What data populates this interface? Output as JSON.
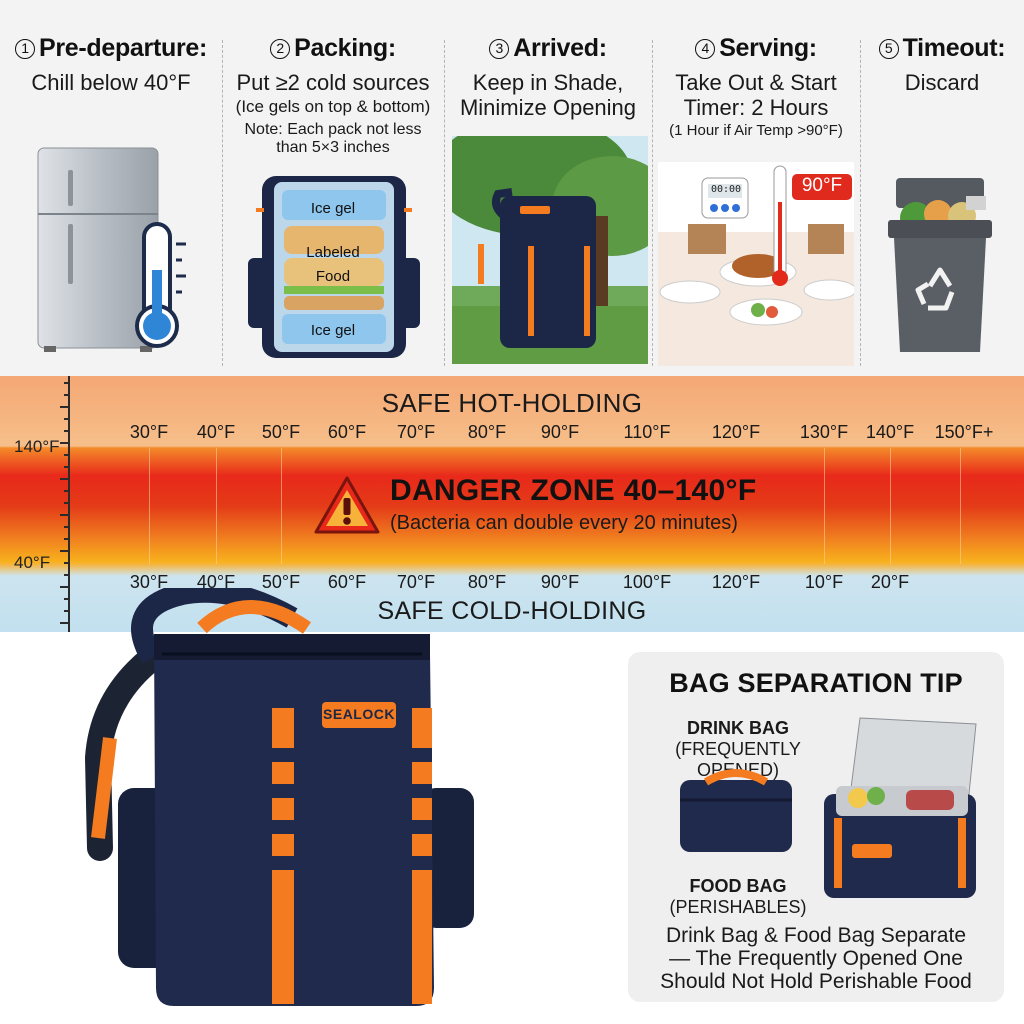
{
  "steps": [
    {
      "number": "1",
      "title": "Pre-departure:",
      "desc": "Chill below 40°F"
    },
    {
      "number": "2",
      "title": "Packing:",
      "desc": "Put ≥2 cold sources",
      "desc2": "(Ice gels on top & bottom)",
      "note": "Note: Each pack not less than 5×3 inches",
      "image_labels": [
        "Ice gel",
        "Labeled",
        "Food",
        "Ice gel"
      ]
    },
    {
      "number": "3",
      "title": "Arrived:",
      "desc": "Keep in Shade, Minimize Opening"
    },
    {
      "number": "4",
      "title": "Serving:",
      "desc": "Take Out & Start Timer: 2 Hours",
      "note": "(1 Hour if Air Temp >90°F)",
      "timer_display": "00:00",
      "thermometer_reading": "90°F"
    },
    {
      "number": "5",
      "title": "Timeout:",
      "desc": "Discard"
    }
  ],
  "temperature_band": {
    "hot_label": "SAFE HOT-HOLDING",
    "cold_label": "SAFE COLD-HOLDING",
    "axis_labels": [
      "140°F",
      "40°F"
    ],
    "top_scale": [
      "30°F",
      "40°F",
      "50°F",
      "60°F",
      "70°F",
      "80°F",
      "90°F",
      "110°F",
      "120°F",
      "130°F",
      "140°F",
      "150°F+"
    ],
    "bottom_scale": [
      "30°F",
      "40°F",
      "50°F",
      "60°F",
      "70°F",
      "80°F",
      "90°F",
      "100°F",
      "120°F",
      "10°F",
      "20°F"
    ],
    "danger_title": "DANGER ZONE 40–140°F",
    "danger_sub": "(Bacteria can double every 20 minutes)"
  },
  "product": {
    "brand": "SEALOCK"
  },
  "tip": {
    "title": "BAG SEPARATION TIP",
    "drink_bag": "DRINK BAG",
    "drink_bag_sub": "(FREQUENTLY OPENED)",
    "food_bag": "FOOD BAG",
    "food_bag_sub": "(PERISHABLES)",
    "text": "Drink Bag & Food Bag Separate — The Frequently Opened One Should Not Hold Perishable Food"
  },
  "colors": {
    "bag_navy": "#1c2748",
    "accent_orange": "#f47b20",
    "danger_red": "#e22b1b",
    "cold_blue": "#c2e0ef"
  }
}
